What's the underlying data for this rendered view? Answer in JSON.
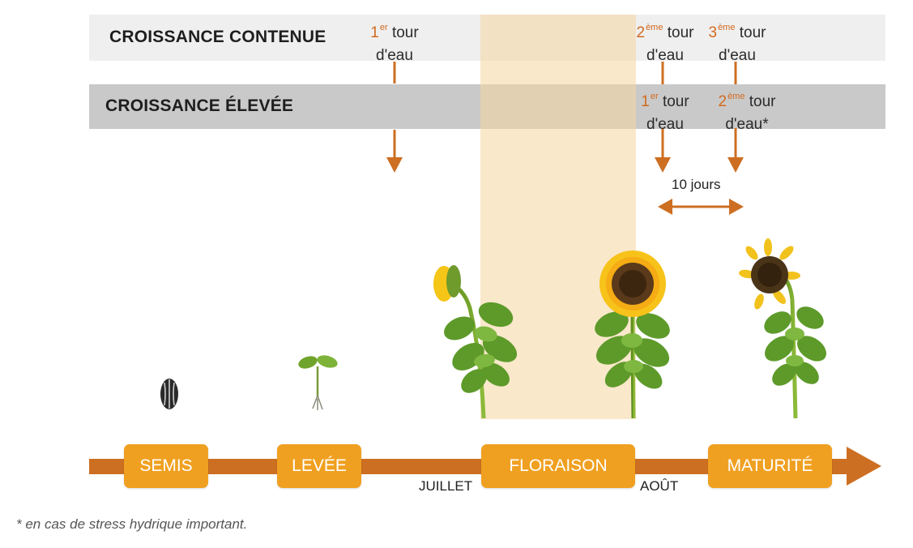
{
  "bands": {
    "contenue": "CROISSANCE CONTENUE",
    "elevee": "CROISSANCE ÉLEVÉE"
  },
  "water_rounds": {
    "contenue_1": {
      "num": "1",
      "sup": "er",
      "word": "tour",
      "line2": "d'eau"
    },
    "contenue_2": {
      "num": "2",
      "sup": "ème",
      "word": "tour",
      "line2": "d'eau"
    },
    "contenue_3": {
      "num": "3",
      "sup": "ème",
      "word": "tour",
      "line2": "d'eau"
    },
    "elevee_1": {
      "num": "1",
      "sup": "er",
      "word": "tour",
      "line2": "d'eau"
    },
    "elevee_2": {
      "num": "2",
      "sup": "ème",
      "word": "tour",
      "line2": "d'eau*"
    }
  },
  "interval": "10 jours",
  "stages": [
    "SEMIS",
    "LEVÉE",
    "FLORAISON",
    "MATURITÉ"
  ],
  "months": [
    "JUILLET",
    "AOÛT"
  ],
  "footnote": "* en cas de stress hydrique important.",
  "colors": {
    "arrow": "#cd6f22",
    "stage": "#f0a020",
    "flowering_zone": "#f5d6a0",
    "band_contenue": "#efefef",
    "band_elevee": "#c9c9c9"
  },
  "icons": [
    "seed-icon",
    "seedling-icon",
    "sunflower-budding-icon",
    "sunflower-bloom-icon",
    "sunflower-mature-icon"
  ]
}
